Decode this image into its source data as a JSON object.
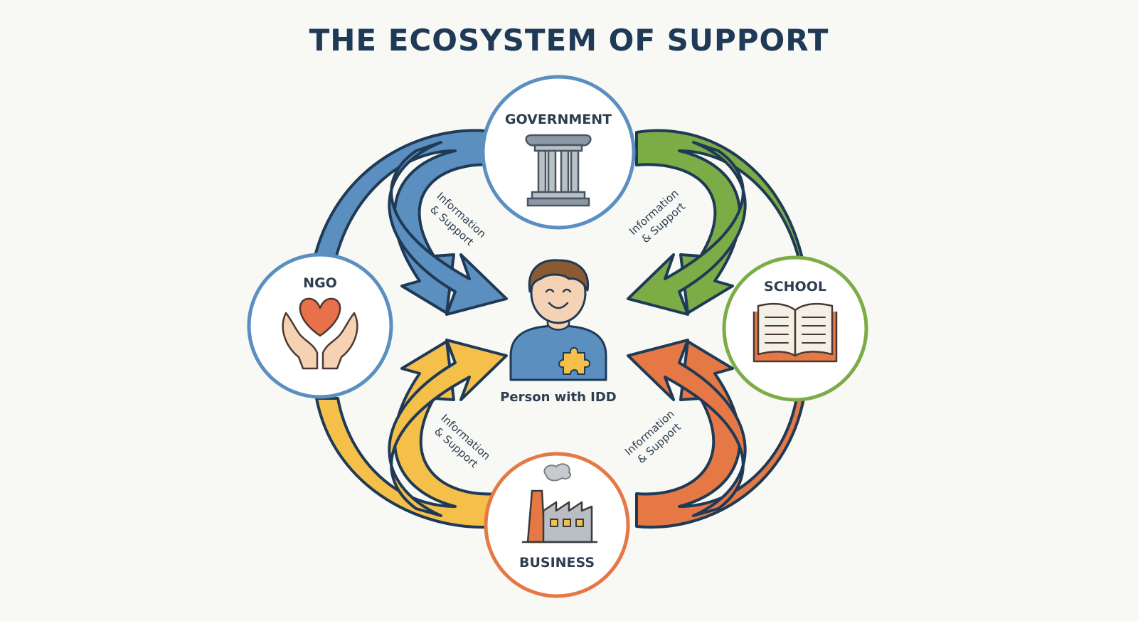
{
  "title": "THE ECOSYSTEM OF SUPPORT",
  "colors": {
    "government": "#5b8fbf",
    "school": "#7cac46",
    "business": "#e57845",
    "ngo_arrow": "#f5c04a",
    "outline": "#1f3a56",
    "background": "#f8f8f5"
  },
  "nodes": {
    "government": {
      "label": "GOVERNMENT",
      "icon": "column-pillar-icon"
    },
    "ngo": {
      "label": "NGO",
      "icon": "heart-in-hands-icon"
    },
    "school": {
      "label": "SCHOOL",
      "icon": "open-book-icon"
    },
    "business": {
      "label": "BUSINESS",
      "icon": "factory-icon"
    }
  },
  "center": {
    "label": "Person with IDD",
    "icon": "person-puzzle-icon"
  },
  "arrows": {
    "top_left": {
      "line1": "Information",
      "line2": "& Support"
    },
    "top_right": {
      "line1": "Information",
      "line2": "& Support"
    },
    "bottom_left": {
      "line1": "Information",
      "line2": "& Support"
    },
    "bottom_right": {
      "line1": "Information",
      "line2": "& Support"
    }
  }
}
